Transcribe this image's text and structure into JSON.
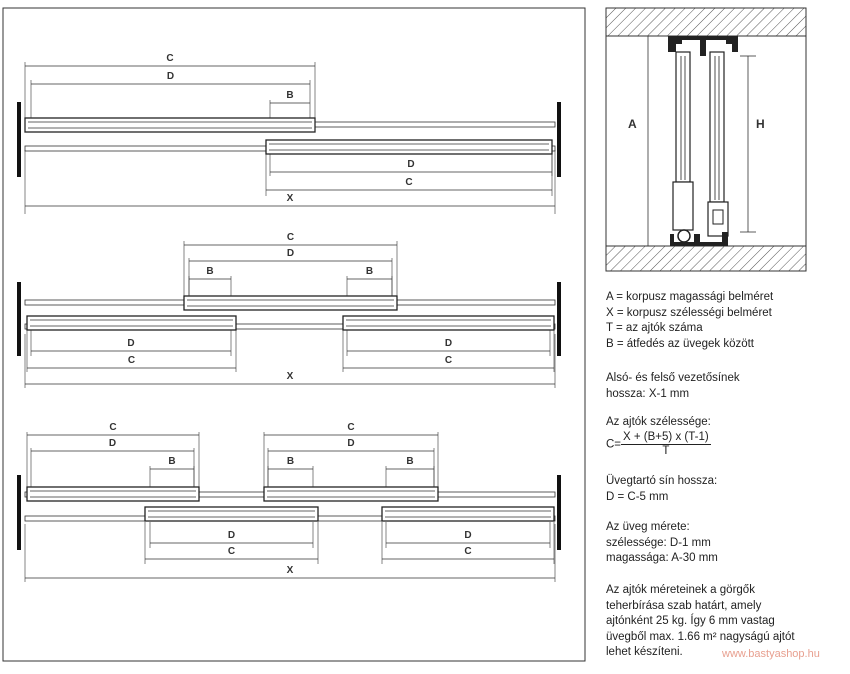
{
  "labels": {
    "C": "C",
    "D": "D",
    "B": "B",
    "X": "X",
    "A": "A",
    "H": "H"
  },
  "legend": {
    "definitions": [
      "A = korpusz magassági belméret",
      "X = korpusz szélességi belméret",
      "T = az ajtók száma",
      "B = átfedés az üvegek között"
    ],
    "rail_length": [
      "Alsó- és felső vezetősínek",
      "hossza: X-1 mm"
    ],
    "door_width": {
      "heading": "Az ajtók szélessége:",
      "prefix": "C=",
      "numerator": "X + (B+5) x (T-1)",
      "denominator": "T"
    },
    "glass_holder": [
      "Üvegtartó sín hossza:",
      "D = C-5 mm"
    ],
    "glass_size": [
      "Az üveg mérete:",
      "szélessége: D-1 mm",
      "magassága: A-30 mm"
    ],
    "note": [
      "Az ajtók méreteinek a görgők",
      "teherbírása szab határt, amely",
      "ajtónként 25 kg. Így 6 mm vastag",
      "üvegből max. 1.66 m² nagyságú ajtót",
      "lehet készíteni."
    ]
  },
  "watermark": "www.bastyashop.hu"
}
